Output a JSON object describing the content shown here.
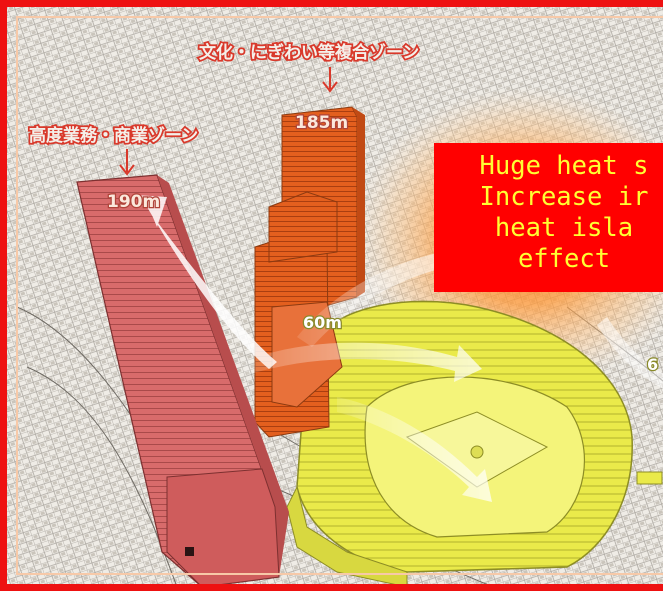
{
  "labels": {
    "zone_culture": "文化・にぎわい等複合ゾーン",
    "zone_business": "高度業務・商業ゾーン",
    "height_185": "185m",
    "height_190": "190m",
    "height_60": "60m",
    "height_6_partial": "6"
  },
  "callout": {
    "line1": "Huge heat s",
    "line2": "Increase ir",
    "line3": "heat isla",
    "line4": "effect"
  },
  "colors": {
    "frame": "#ee1111",
    "callout_bg": "#ff0000",
    "callout_text": "#ffff33",
    "tower_red": "#d96868",
    "tower_orange": "#e8601c",
    "stadium_yellow": "#ecec4a"
  }
}
